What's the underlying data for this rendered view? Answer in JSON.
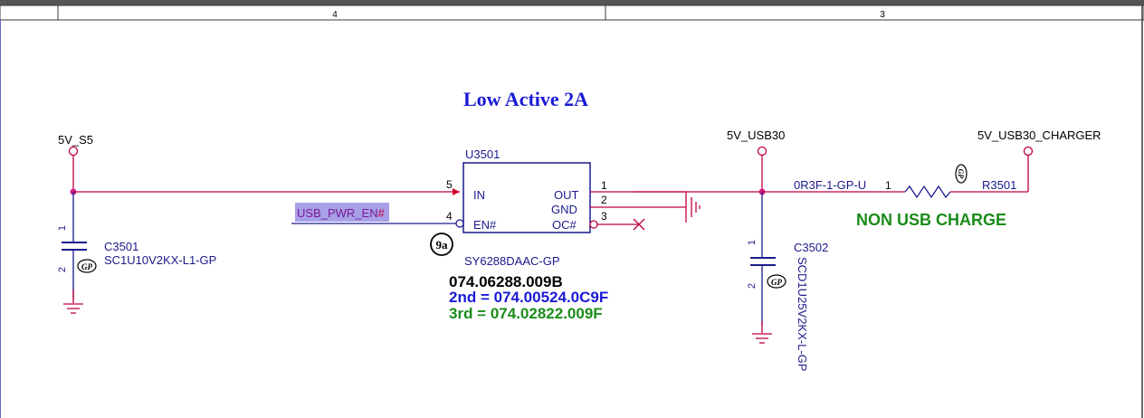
{
  "border": {
    "zone_left": "4",
    "zone_right": "3"
  },
  "title": "Low Active 2A",
  "rails": {
    "left": "5V_S5",
    "mid": "5V_USB30",
    "right": "5V_USB30_CHARGER"
  },
  "ic": {
    "ref": "U3501",
    "part": "SY6288DAAC-GP",
    "pins": {
      "in_num": "5",
      "in_name": "IN",
      "en_num": "4",
      "en_name": "EN#",
      "out_num": "1",
      "out_name": "OUT",
      "gnd_num": "2",
      "gnd_name": "GND",
      "oc_num": "3",
      "oc_name": "OC#"
    },
    "badge": "9a",
    "pn_main": "074.06288.009B",
    "pn_2nd": "2nd = 074.00524.0C9F",
    "pn_3rd": "3rd = 074.02822.009F"
  },
  "net_en": "USB_PWR_EN",
  "net_en_suffix": "#",
  "c3501": {
    "ref": "C3501",
    "part": "SC1U10V2KX-L1-GP",
    "pin1": "1",
    "pin2": "2",
    "badge": "GP"
  },
  "c3502": {
    "ref": "C3502",
    "part": "SCD1U25V2KX-L-GP",
    "pin1": "1",
    "pin2": "2",
    "badge": "GP"
  },
  "r3501": {
    "ref": "R3501",
    "part": "0R3F-1-GP-U",
    "pin1": "1",
    "note": "NON USB CHARGE",
    "badge": "GP"
  },
  "colors": {
    "wire": "#c00040",
    "symbol": "#1a1a8c",
    "title": "#1a1ad6",
    "note": "#1a8c1a",
    "highlight": "#a8a0e6",
    "border": "#3a3a3a"
  }
}
